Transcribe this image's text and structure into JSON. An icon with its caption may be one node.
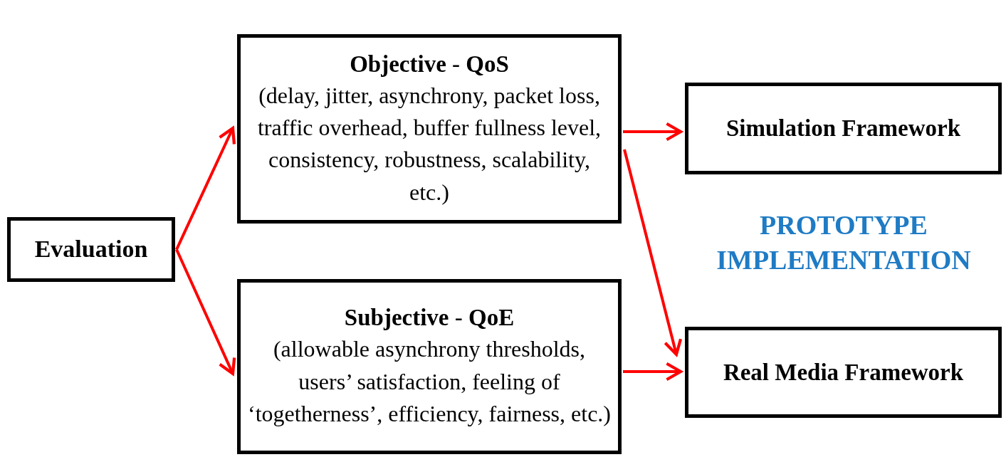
{
  "diagram": {
    "nodes": [
      {
        "text": [
          "Evaluation"
        ]
      },
      {
        "text": [
          "**Objective** - **QoS**",
          "(delay, jitter, asynchrony, packet loss, traffic overhead, buffer fullness level, consistency, robustness, scalability, etc.)"
        ]
      },
      {
        "text": [
          "**Subjective** - **QoE**",
          "(allowable asynchrony thresholds, users’ satisfaction, feeling of ‘togetherness’, efficiency, fairness, etc.)"
        ]
      },
      {
        "text": [
          "Simulation Framework"
        ]
      },
      {
        "text": [
          "Real Media Framework"
        ]
      }
    ],
    "edges": [
      {
        "from": 0,
        "to": 1,
        "arrow": "to"
      },
      {
        "from": 0,
        "to": 2,
        "arrow": "to"
      },
      {
        "from": 1,
        "to": 3,
        "arrow": "to"
      },
      {
        "from": 1,
        "to": 4,
        "arrow": "to"
      },
      {
        "from": 2,
        "to": 4,
        "arrow": "to"
      }
    ],
    "labels": [
      "PROTOTYPE IMPLEMENTATION"
    ]
  }
}
